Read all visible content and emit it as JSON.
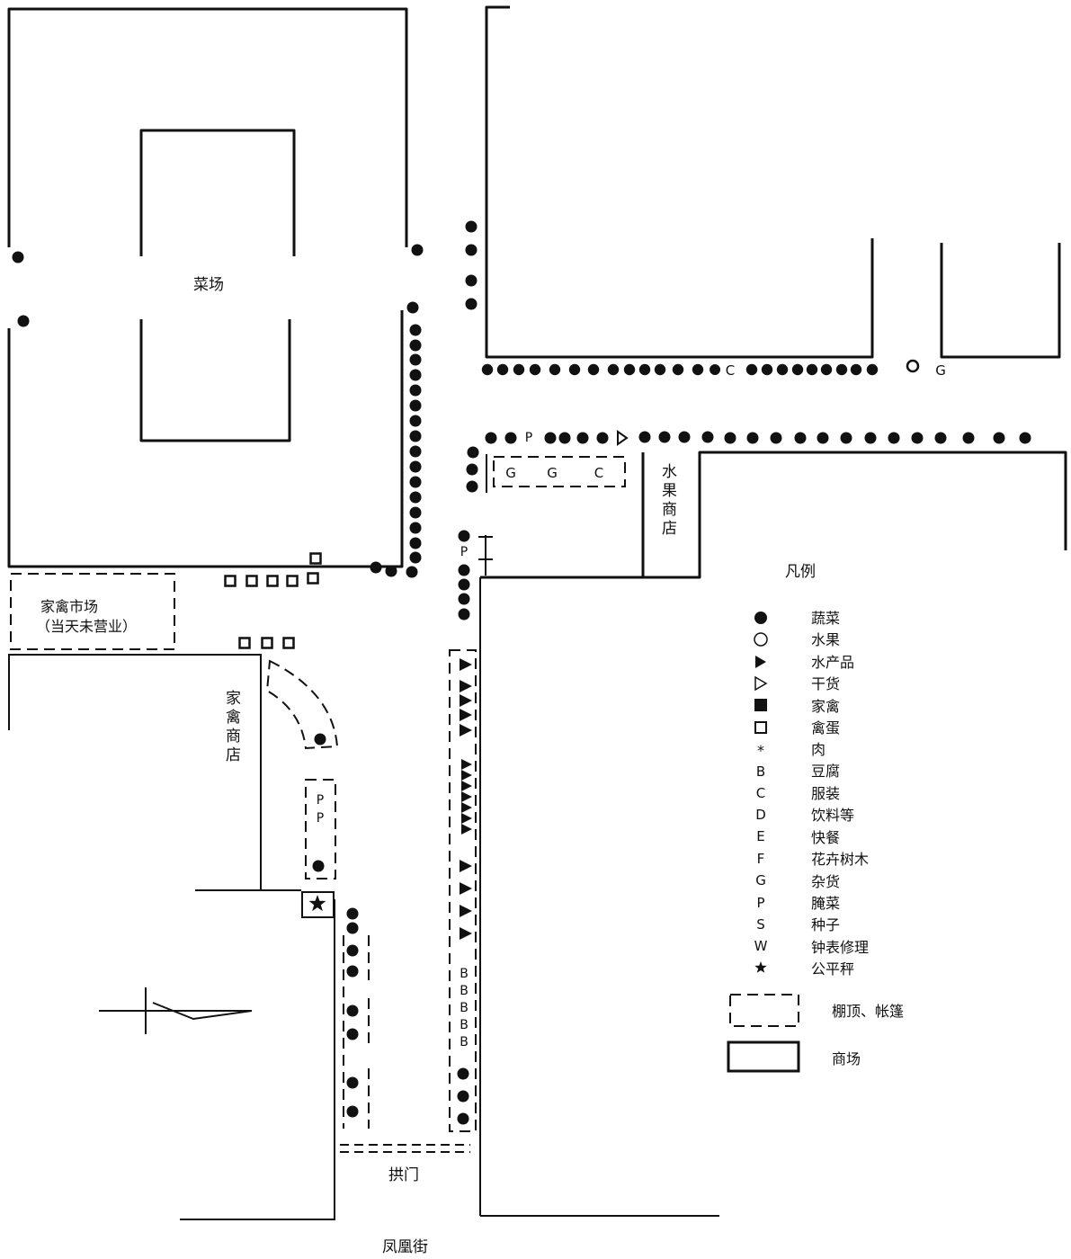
{
  "labels": {
    "vegetable_field": "菜场",
    "poultry_market": "家禽市场",
    "poultry_market_note": "（当天未营业）",
    "poultry_shop": [
      "家",
      "禽",
      "商",
      "店"
    ],
    "fruit_shop": [
      "水",
      "果",
      "商",
      "店"
    ],
    "arch": "拱门",
    "street": "凤凰街"
  },
  "legend": {
    "title": "凡例",
    "items": [
      {
        "symbol": "filled-circle",
        "label": "蔬菜"
      },
      {
        "symbol": "open-circle",
        "label": "水果"
      },
      {
        "symbol": "filled-triangle",
        "label": "水产品"
      },
      {
        "symbol": "open-triangle",
        "label": "干货"
      },
      {
        "symbol": "filled-square",
        "label": "家禽"
      },
      {
        "symbol": "open-square",
        "label": "禽蛋"
      },
      {
        "symbol": "*",
        "label": "肉"
      },
      {
        "symbol": "B",
        "label": "豆腐"
      },
      {
        "symbol": "C",
        "label": "服装"
      },
      {
        "symbol": "D",
        "label": "饮料等"
      },
      {
        "symbol": "E",
        "label": "快餐"
      },
      {
        "symbol": "F",
        "label": "花卉树木"
      },
      {
        "symbol": "G",
        "label": "杂货"
      },
      {
        "symbol": "P",
        "label": "腌菜"
      },
      {
        "symbol": "S",
        "label": "种子"
      },
      {
        "symbol": "W",
        "label": "钟表修理"
      },
      {
        "symbol": "star",
        "label": "公平秤"
      }
    ],
    "booth_label": "棚顶、帐篷",
    "mall_label": "商场"
  },
  "stall_letters": {
    "top_row_c": "C",
    "top_row_g": "G",
    "second_row_p": "P",
    "booth_g1": "G",
    "booth_g2": "G",
    "booth_c": "C",
    "column_p": "P",
    "left_p1": "P",
    "left_p2": "P",
    "tofu": [
      "B",
      "B",
      "B",
      "B",
      "B"
    ]
  }
}
